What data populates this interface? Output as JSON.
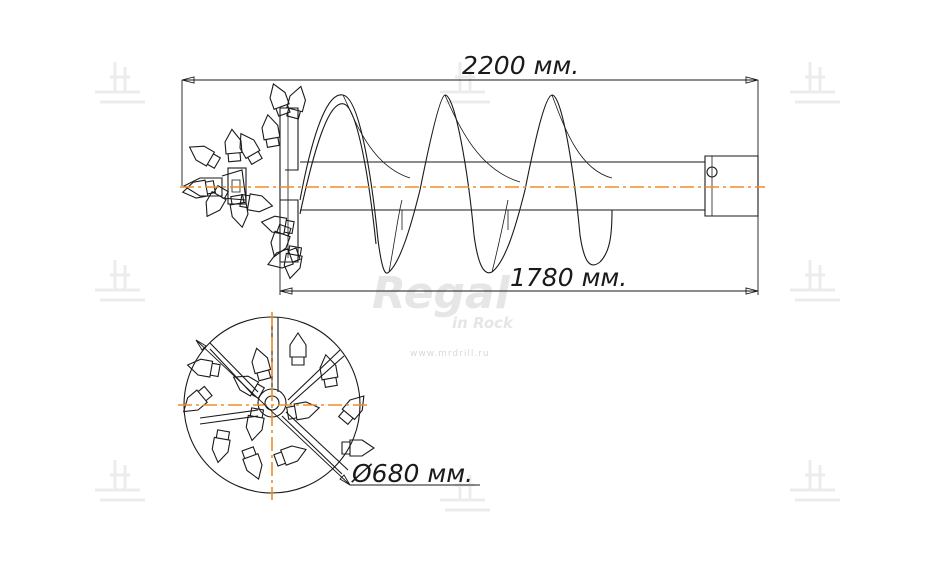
{
  "dimensions": {
    "overall_length": "2200 мм.",
    "flight_length": "1780 мм.",
    "diameter": "Ø680 мм."
  },
  "watermark": {
    "brand": "Regal",
    "slogan": "in Rock",
    "site": "www.mrdrill.ru"
  },
  "colors": {
    "ink": "#1a1a1a",
    "axis": "#f28c28",
    "watermark": "#e6e6e6"
  }
}
